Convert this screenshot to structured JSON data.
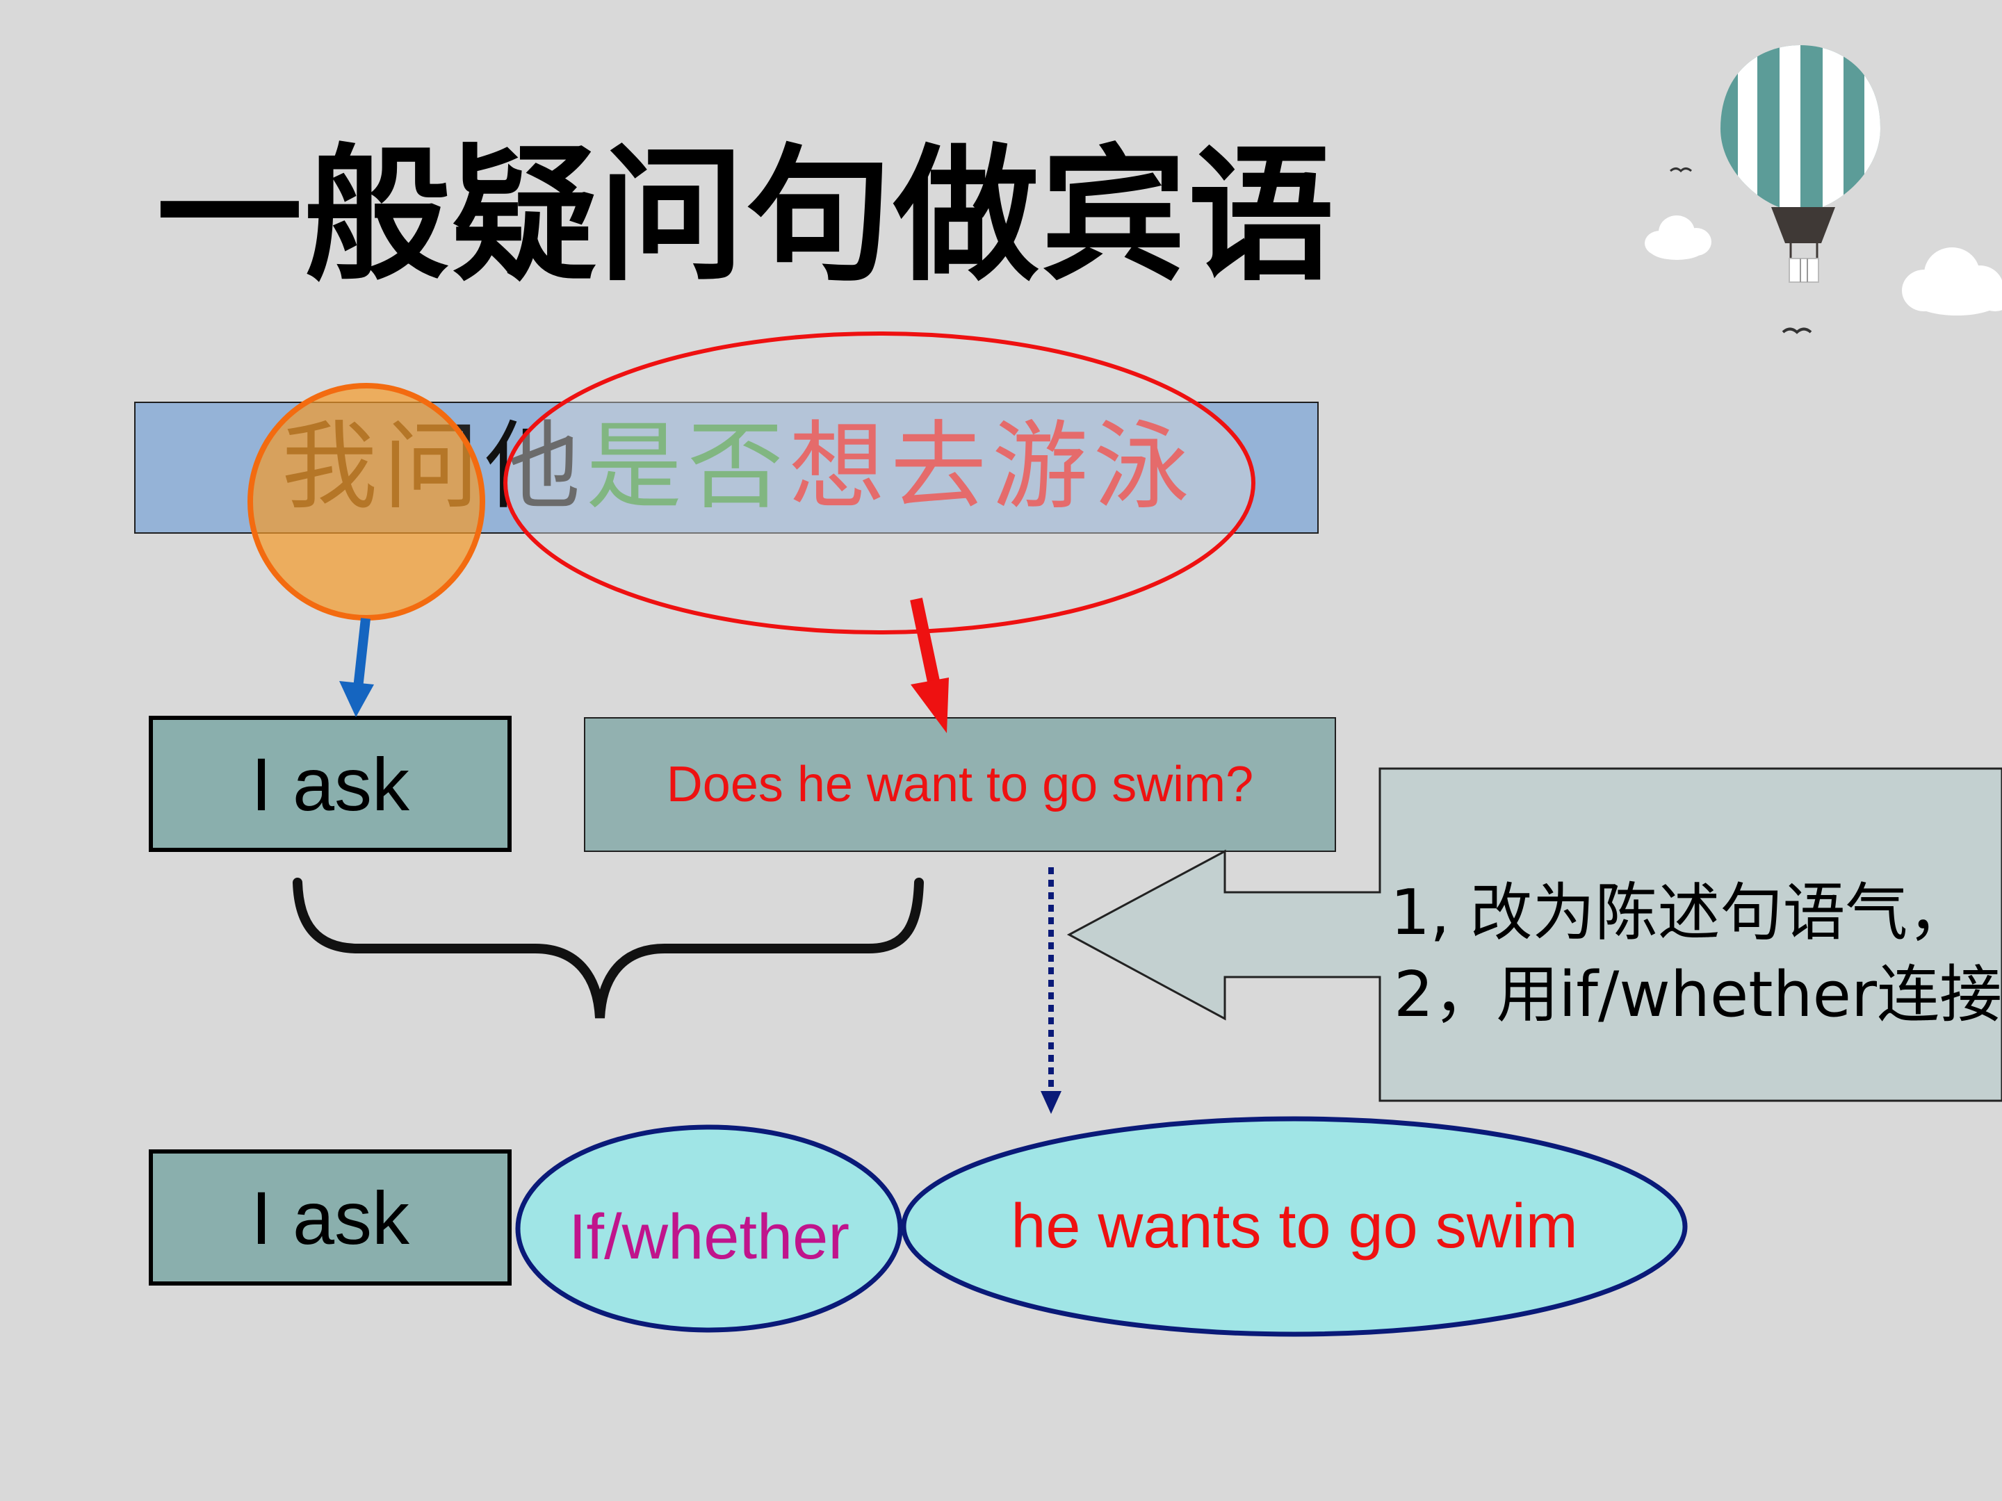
{
  "title": "一般疑问句做宾语",
  "sentence": {
    "part_subject": "我问",
    "part_object": "他",
    "part_green": "是否",
    "part_red": "想去游泳"
  },
  "boxes": {
    "i_ask_top": "I ask",
    "question": "Does he want to go swim?",
    "i_ask_bottom": "I ask",
    "connector": "If/whether",
    "clause": "he wants to go swim"
  },
  "callout": {
    "line_1": "1, 改为陈述句语气，",
    "line_2": "2，用if/whether连接"
  },
  "colors": {
    "background": "#d9d9d9",
    "sentence_bar": "#95b3d7",
    "box_fill": "#8aafad",
    "green_text": "#3a9a3a",
    "red": "#ee1111",
    "orange_circle": "#f39a2a",
    "blue_arrow": "#1565c0",
    "ellipse_fill": "#a0e5e6",
    "ellipse_stroke": "#0a1a78",
    "magenta_text": "#c0148c"
  },
  "icons": [
    "balloon-icon",
    "cloud-icon",
    "bird-icon"
  ]
}
